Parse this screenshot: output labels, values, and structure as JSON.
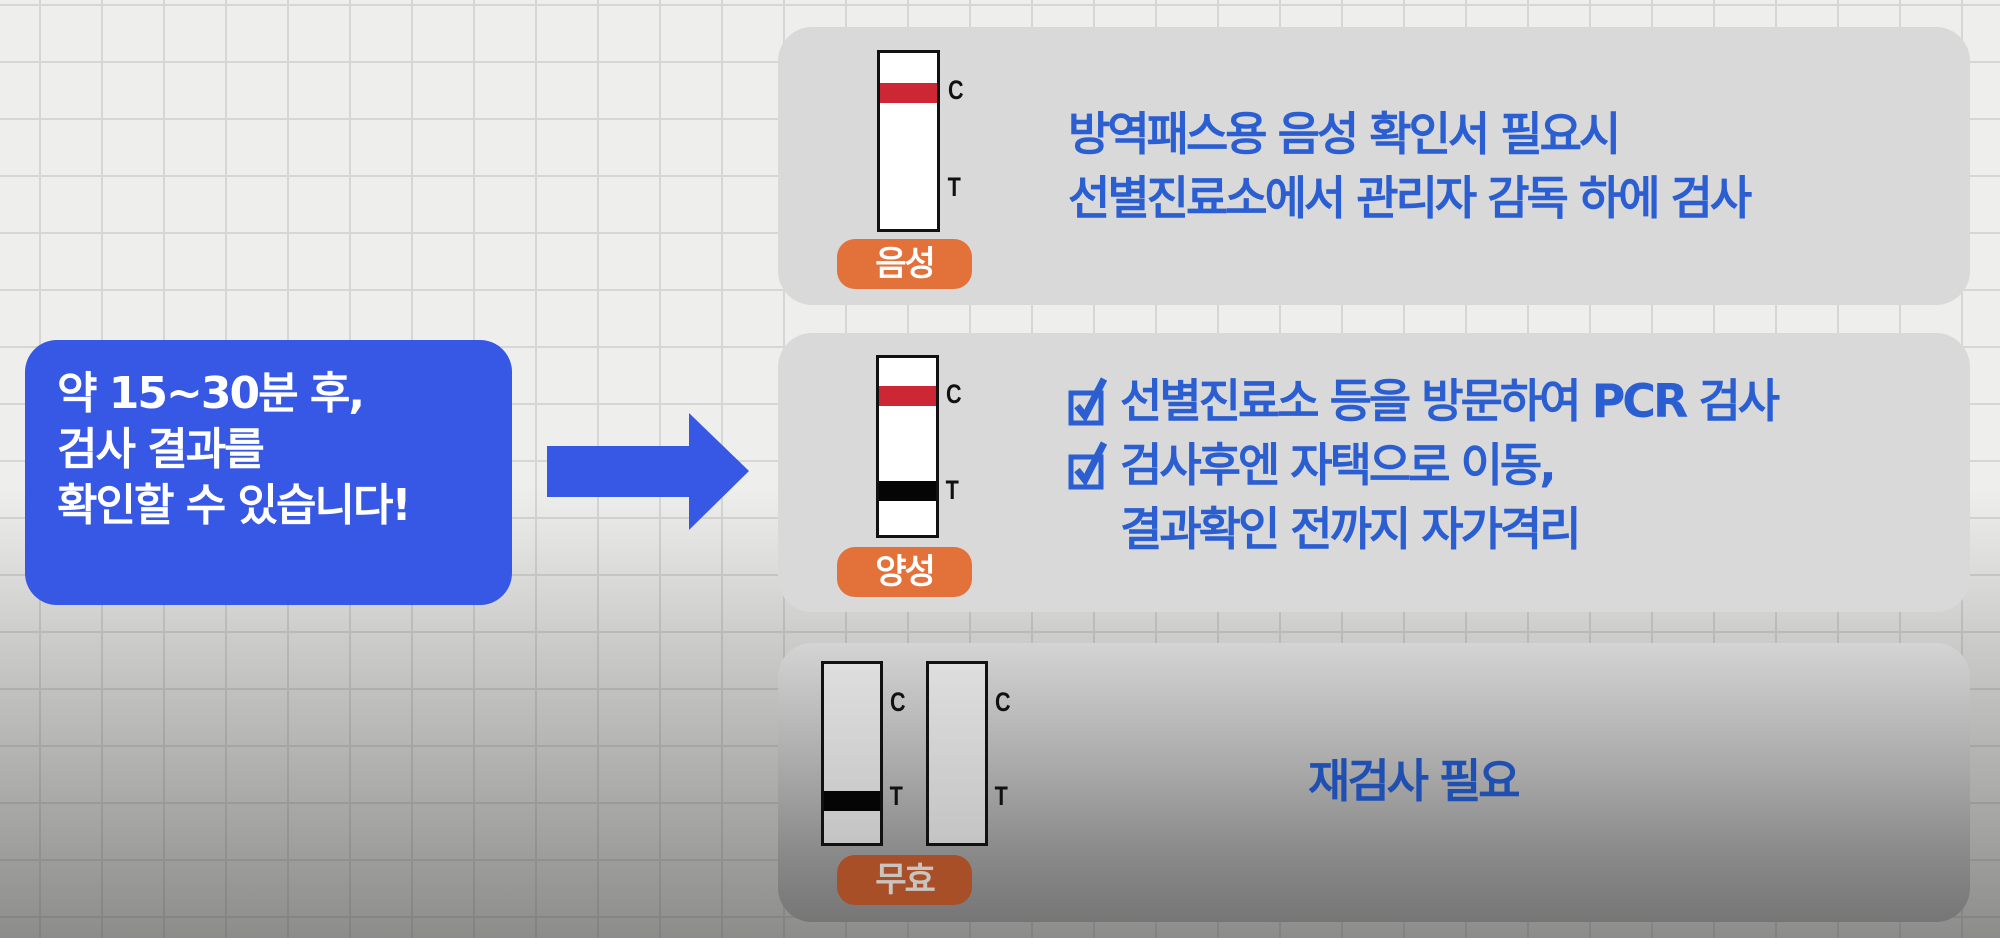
{
  "info_box": {
    "lines": [
      "약 15~30분 후,",
      "검사 결과를",
      "확인할 수 있습니다!"
    ],
    "color": "#3757e5"
  },
  "arrow": {
    "icon": "right-arrow-icon",
    "color": "#3757e5"
  },
  "results": [
    {
      "badge": "음성",
      "strips": [
        {
          "c_line": "red",
          "t_line": "none",
          "c_label": "C",
          "t_label": "T"
        }
      ],
      "description": [
        "방역패스용 음성 확인서 필요시",
        "선별진료소에서 관리자 감독 하에 검사"
      ]
    },
    {
      "badge": "양성",
      "strips": [
        {
          "c_line": "red",
          "t_line": "black",
          "c_label": "C",
          "t_label": "T"
        }
      ],
      "checklist": [
        {
          "icon": "checkbox-checked-icon",
          "text": "선별진료소 등을 방문하여 PCR 검사"
        },
        {
          "icon": "checkbox-checked-icon",
          "text": "검사후엔 자택으로 이동,"
        },
        {
          "icon": null,
          "text": "결과확인 전까지 자가격리"
        }
      ]
    },
    {
      "badge": "무효",
      "strips": [
        {
          "c_line": "none",
          "t_line": "black",
          "c_label": "C",
          "t_label": "T"
        },
        {
          "c_line": "none",
          "t_line": "none",
          "c_label": "C",
          "t_label": "T"
        }
      ],
      "description": [
        "재검사 필요"
      ]
    }
  ],
  "colors": {
    "text_blue": "#2b5fd1",
    "badge_orange": "#e2713a",
    "control_line_red": "#cd2634",
    "card_gray": "#d9d9d9"
  }
}
